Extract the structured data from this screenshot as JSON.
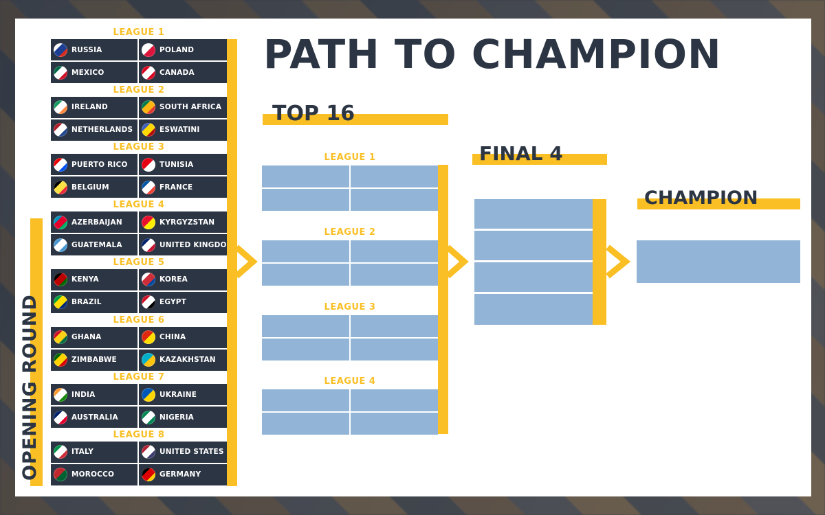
{
  "title": "PATH TO CHAMPION",
  "opening_round_label": "OPENING ROUND",
  "colors": {
    "navy": "#2c3543",
    "gold": "#f9bf24",
    "slot_blue": "#92b4d6"
  },
  "opening_round": [
    {
      "league": "LEAGUE 1",
      "teams": [
        "RUSSIA",
        "POLAND",
        "MEXICO",
        "CANADA"
      ]
    },
    {
      "league": "LEAGUE 2",
      "teams": [
        "IRELAND",
        "SOUTH AFRICA",
        "NETHERLANDS",
        "ESWATINI"
      ]
    },
    {
      "league": "LEAGUE 3",
      "teams": [
        "PUERTO RICO",
        "TUNISIA",
        "BELGIUM",
        "FRANCE"
      ]
    },
    {
      "league": "LEAGUE 4",
      "teams": [
        "AZERBAIJAN",
        "KYRGYZSTAN",
        "GUATEMALA",
        "UNITED KINGDOM"
      ]
    },
    {
      "league": "LEAGUE 5",
      "teams": [
        "KENYA",
        "KOREA",
        "BRAZIL",
        "EGYPT"
      ]
    },
    {
      "league": "LEAGUE 6",
      "teams": [
        "GHANA",
        "CHINA",
        "ZIMBABWE",
        "KAZAKHSTAN"
      ]
    },
    {
      "league": "LEAGUE 7",
      "teams": [
        "INDIA",
        "UKRAINE",
        "AUSTRALIA",
        "NIGERIA"
      ]
    },
    {
      "league": "LEAGUE 8",
      "teams": [
        "ITALY",
        "UNITED STATES",
        "MOROCCO",
        "GERMANY"
      ]
    }
  ],
  "top16": {
    "heading": "TOP 16",
    "leagues": [
      "LEAGUE 1",
      "LEAGUE 2",
      "LEAGUE 3",
      "LEAGUE 4"
    ]
  },
  "final4": {
    "heading": "FINAL 4"
  },
  "champion": {
    "heading": "CHAMPION"
  }
}
